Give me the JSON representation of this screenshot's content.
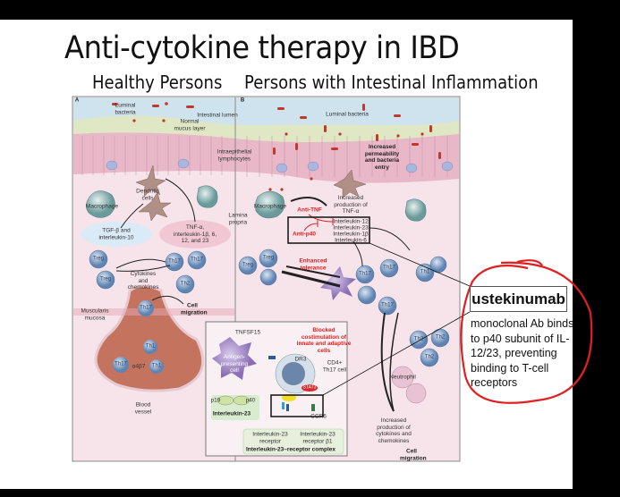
{
  "slide": {
    "title": "Anti-cytokine therapy in IBD",
    "subtitle_left": "Healthy Persons",
    "subtitle_right": "Persons with Intestinal Inflammation"
  },
  "figure": {
    "panel_a": "A",
    "panel_b": "B",
    "labels": {
      "luminal_bacteria_a": "Luminal bacteria",
      "normal_mucus": "Normal mucus layer",
      "intestinal_lumen": "Intestinal lumen",
      "luminal_bacteria_b": "Luminal bacteria",
      "intraepithelial": "Intraepithelial lymphocytes",
      "permeability": "Increased permeability and bacteria entry",
      "dendritic": "Dendritic cells",
      "macrophage_a": "Macrophage",
      "macrophage_b": "Macrophage",
      "tgf": "TGF-β and interleukin-10",
      "tnf_a": "TNF-α, interleukin-1β, 6, 12, and 23",
      "lamina": "Lamina propria",
      "anti_tnf": "Anti-TNF",
      "anti_p40": "Anti-p40",
      "increased_tnf": "Increased production of TNF-α",
      "il12": "Interleukin-12",
      "il23": "Interleukin-23",
      "il1b": "Interleukin-1β",
      "il6": "Interleukin-6",
      "enhanced_tolerance": "Enhanced tolerance",
      "cytokines_a": "Cytokines and chemokines",
      "muscularis": "Muscularis mucosa",
      "cell_migration_a": "Cell migration",
      "alpha4beta7": "α4β7",
      "blood_vessel": "Blood vessel",
      "tnfsf15": "TNFSF15",
      "blocked": "Blocked costimulation of innate and adaptive cells",
      "apc": "Antigen-presenting cell",
      "dr3": "DR3",
      "cd4": "CD4+ Th17 cell",
      "stat3": "STAT3",
      "p19": "p19",
      "p40": "p40",
      "il23_cyt": "Interleukin-23",
      "il23r": "Interleukin-23 receptor",
      "il23rb1": "Interleukin-23 receptor β1",
      "il23_complex": "Interleukin-23–receptor complex",
      "ccr6": "CCR6",
      "neutrophil": "Neutrophil",
      "increased_cyto": "Increased production of cytokines and chemokines",
      "cell_migration_b": "Cell migration"
    },
    "cells": {
      "treg": "Treg",
      "th17": "Th17",
      "th1": "Th1",
      "th2": "Th2"
    }
  },
  "annotation": {
    "drug_name": "ustekinumab",
    "description": "monoclonal Ab binds to p40 subunit of IL-12/23, preventing binding to T-cell receptors",
    "circle_color": "#e02020"
  }
}
